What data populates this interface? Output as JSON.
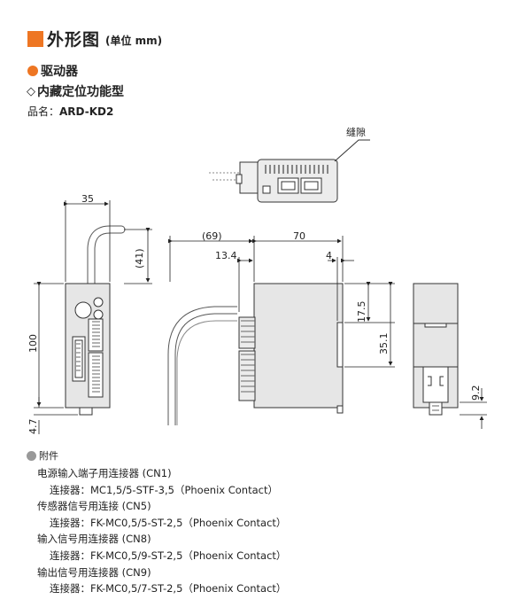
{
  "header": {
    "title": "外形图",
    "unit": "(单位 mm)"
  },
  "section": {
    "title": "驱动器"
  },
  "subsection": {
    "symbol": "◇",
    "title": "内藏定位功能型"
  },
  "product": {
    "label": "品名：",
    "name": "ARD-KD2"
  },
  "drawing": {
    "gap_label": "缝隙",
    "dims": {
      "width_front": "35",
      "cable_height": "(41)",
      "cable_depth": "(69)",
      "depth": "70",
      "conn_offset": "13.4",
      "rear_offset": "4",
      "conn_top": "17.5",
      "conn_span": "35.1",
      "height": "100",
      "bottom": "4.7",
      "clip": "9.2"
    }
  },
  "accessories": {
    "title": "附件",
    "items": [
      {
        "name": "电源输入端子用连接器 (CN1)",
        "part": "连接器：MC1,5/5-STF-3,5（Phoenix Contact）"
      },
      {
        "name": "传感器信号用连接 (CN5)",
        "part": "连接器：FK-MC0,5/5-ST-2,5（Phoenix Contact）"
      },
      {
        "name": "输入信号用连接器 (CN8)",
        "part": "连接器：FK-MC0,5/9-ST-2,5（Phoenix Contact）"
      },
      {
        "name": "输出信号用连接器 (CN9)",
        "part": "连接器：FK-MC0,5/7-ST-2,5（Phoenix Contact）"
      }
    ]
  },
  "colors": {
    "accent": "#ee7623",
    "bullet": "#999999",
    "body_fill": "#e6e6e6"
  }
}
